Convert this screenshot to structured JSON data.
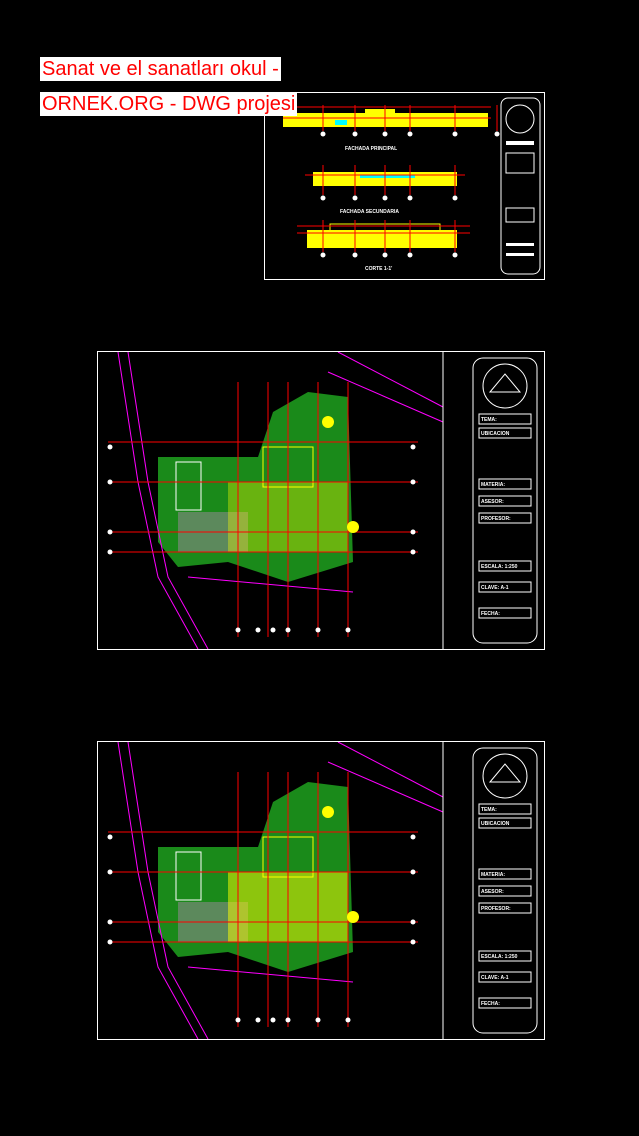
{
  "title": {
    "line1": "Sanat ve el sanatları okul -",
    "line2": "ORNEK.ORG - DWG projesi"
  },
  "sheets": [
    {
      "labels": [
        "FACHADA PRINCIPAL",
        "FACHADA SECUNDARIA",
        "CORTE 1-1'"
      ]
    },
    {
      "title_block": [
        "TEMA:",
        "UBICACION",
        "MATERIA:",
        "ASESOR:",
        "PROFESOR:",
        "ESCALA: 1:250",
        "CLAVE: A-1",
        "FECHA:"
      ]
    },
    {
      "title_block": [
        "TEMA:",
        "UBICACION",
        "MATERIA:",
        "ASESOR:",
        "PROFESOR:",
        "ESCALA: 1:250",
        "CLAVE: A-1",
        "FECHA:"
      ]
    }
  ],
  "colors": {
    "background": "#000000",
    "lines": "#ffffff",
    "accent_yellow": "#ffff00",
    "axis_red": "#ff0000",
    "boundary_magenta": "#ff00ff",
    "vegetation_green": "#1a8a1a"
  }
}
